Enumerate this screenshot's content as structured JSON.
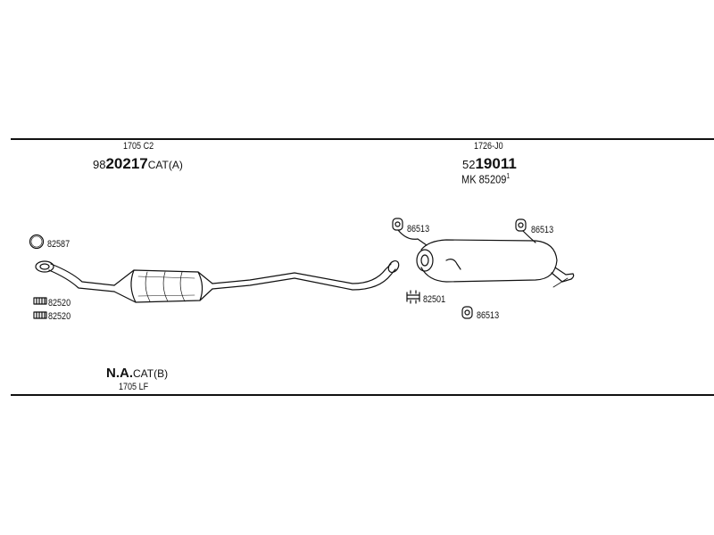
{
  "front_section": {
    "top_ref": "1705 C2",
    "main_prefix": "98",
    "main_number": "20217",
    "main_suffix": "CAT(A)",
    "bottom_main": "N.A.",
    "bottom_suffix": "CAT(B)",
    "bottom_ref": "1705 LF",
    "parts": {
      "ring_gasket": "82587",
      "clamp_1": "82520",
      "clamp_2": "82520"
    }
  },
  "rear_section": {
    "top_ref": "1726-J0",
    "main_prefix": "52",
    "main_number": "19011",
    "mk_label": "MK",
    "mk_number": "85209",
    "mk_sup": "1",
    "parts": {
      "hanger_top_left": "86513",
      "hanger_top_right": "86513",
      "clamp": "82501",
      "hanger_bottom": "86513"
    }
  }
}
